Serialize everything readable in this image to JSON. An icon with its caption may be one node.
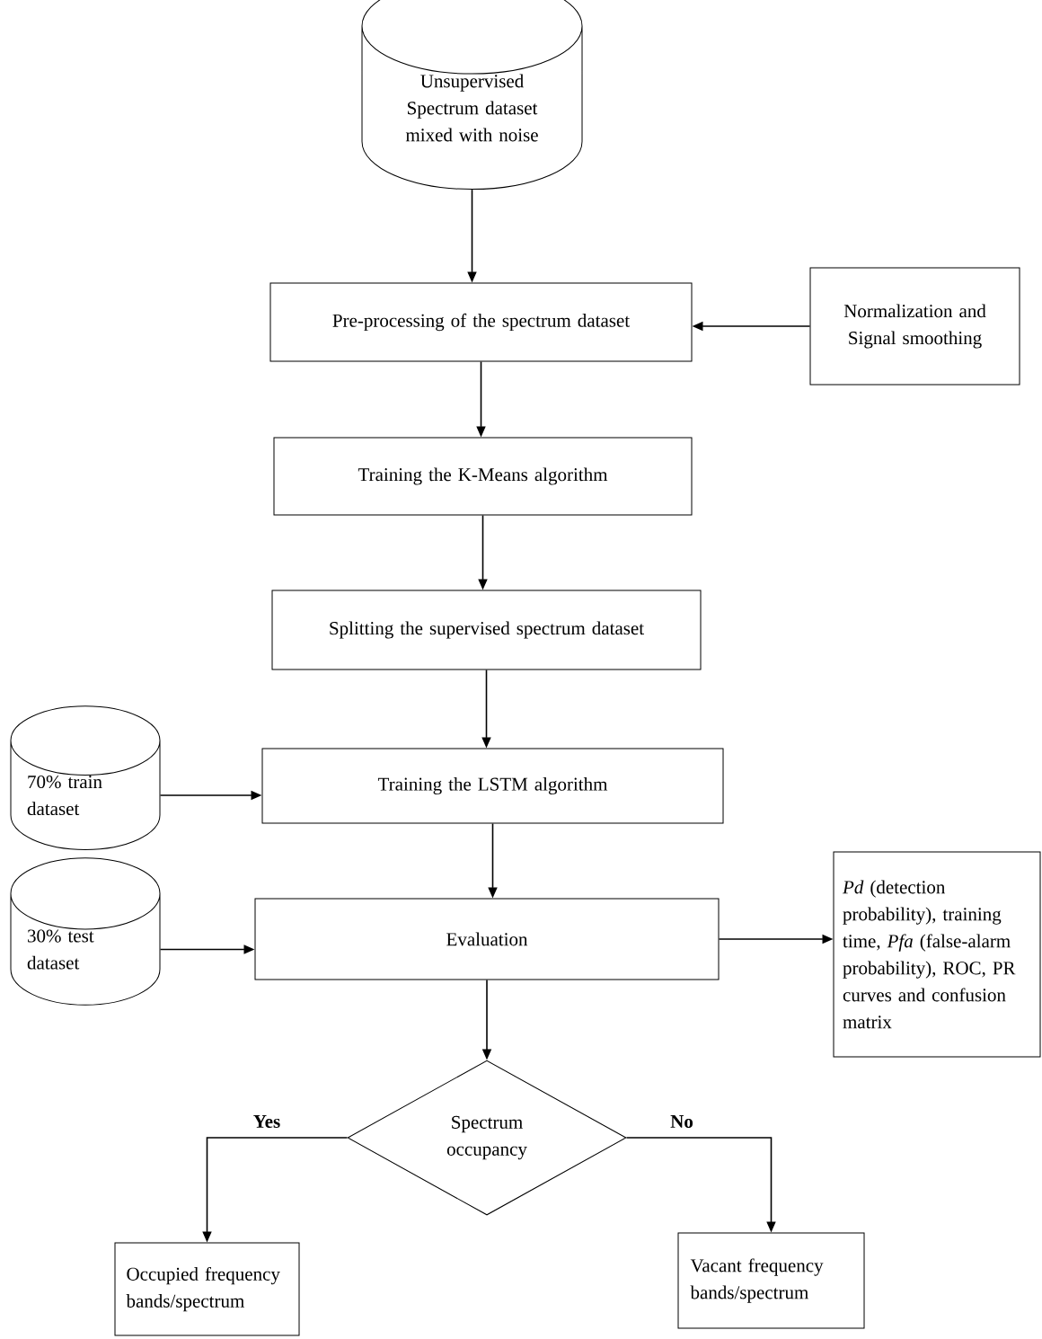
{
  "diagram": {
    "nodes": [
      {
        "text": [
          "Unsupervised Spectrum dataset mixed with noise"
        ]
      },
      {
        "text": [
          "Pre-processing of the spectrum dataset"
        ]
      },
      {
        "text": [
          "Normalization and Signal smoothing"
        ]
      },
      {
        "text": [
          "Training the K-Means algorithm"
        ]
      },
      {
        "text": [
          "Splitting the supervised spectrum dataset"
        ]
      },
      {
        "text": [
          "70% train dataset"
        ]
      },
      {
        "text": [
          "Training the LSTM algorithm"
        ]
      },
      {
        "text": [
          "30% test dataset"
        ]
      },
      {
        "text": [
          "Evaluation"
        ]
      },
      {
        "text": [
          "*Pd* (detection probability), training time, *Pfa* (false-alarm probability), ROC, PR curves and confusion matrix"
        ]
      },
      {
        "text": [
          "Spectrum occupancy"
        ]
      },
      {
        "text": [
          "Occupied frequency bands/spectrum"
        ]
      },
      {
        "text": [
          "Vacant frequency bands/spectrum"
        ]
      }
    ],
    "edges": [
      {
        "from": 0,
        "to": 1,
        "arrow": "to"
      },
      {
        "from": 2,
        "to": 1,
        "arrow": "to"
      },
      {
        "from": 1,
        "to": 3,
        "arrow": "to"
      },
      {
        "from": 3,
        "to": 4,
        "arrow": "to"
      },
      {
        "from": 4,
        "to": 6,
        "arrow": "to"
      },
      {
        "from": 5,
        "to": 6,
        "arrow": "to"
      },
      {
        "from": 6,
        "to": 8,
        "arrow": "to"
      },
      {
        "from": 7,
        "to": 8,
        "arrow": "to"
      },
      {
        "from": 8,
        "to": 9,
        "arrow": "to"
      },
      {
        "from": 8,
        "to": 10,
        "arrow": "to"
      },
      {
        "from": 10,
        "to": 11,
        "arrow": "to",
        "label": "Yes"
      },
      {
        "from": 10,
        "to": 12,
        "arrow": "to",
        "label": "No"
      }
    ]
  }
}
